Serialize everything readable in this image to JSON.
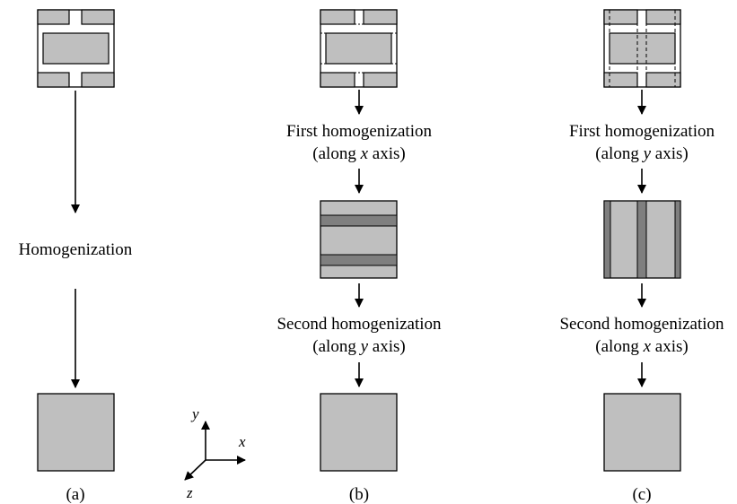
{
  "colors": {
    "fill": "#bfbfbf",
    "dark_band": "#7f7f7f",
    "stroke": "#000000",
    "background": "#ffffff"
  },
  "panel_a": {
    "label": "(a)",
    "step": "Homogenization"
  },
  "panel_b": {
    "label": "(b)",
    "step1": {
      "line1": "First homogenization",
      "line2_pre": "(along ",
      "line2_axis": "x",
      "line2_post": " axis)"
    },
    "step2": {
      "line1": "Second homogenization",
      "line2_pre": "(along ",
      "line2_axis": "y",
      "line2_post": " axis)"
    }
  },
  "panel_c": {
    "label": "(c)",
    "step1": {
      "line1": "First homogenization",
      "line2_pre": "(along ",
      "line2_axis": "y",
      "line2_post": " axis)"
    },
    "step2": {
      "line1": "Second homogenization",
      "line2_pre": "(along ",
      "line2_axis": "x",
      "line2_post": " axis)"
    }
  },
  "axes": {
    "x": "x",
    "y": "y",
    "z": "z"
  }
}
